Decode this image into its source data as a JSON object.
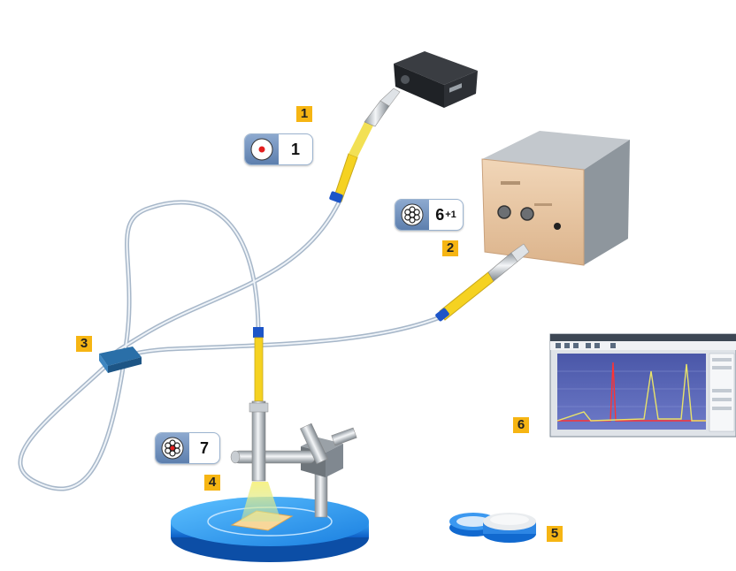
{
  "components": [
    {
      "id": "light-source",
      "number": "1"
    },
    {
      "id": "spectrometer",
      "number": "2"
    },
    {
      "id": "splitter",
      "number": "3"
    },
    {
      "id": "probe-holder",
      "number": "4"
    },
    {
      "id": "reference-standard",
      "number": "5"
    },
    {
      "id": "software",
      "number": "6"
    }
  ],
  "fiber_badges": [
    {
      "id": "single-fiber",
      "count": "1",
      "superscript": ""
    },
    {
      "id": "bundle-6-1",
      "count": "6",
      "superscript": "+1"
    },
    {
      "id": "bundle-7",
      "count": "7",
      "superscript": ""
    }
  ],
  "colors": {
    "label_bg": "#f6b513",
    "connector_yellow": "#f5d221",
    "ferrule_blue": "#1d55c8",
    "stage_blue": "#1e88e5",
    "chassis_tan": "#e9c9a6",
    "spectrum_red": "#ff3333",
    "spectrum_yellow": "#e8e26a"
  },
  "icons": {
    "single-fiber": "red-dot-circle-icon",
    "bundle": "fiber-bundle-icon"
  }
}
